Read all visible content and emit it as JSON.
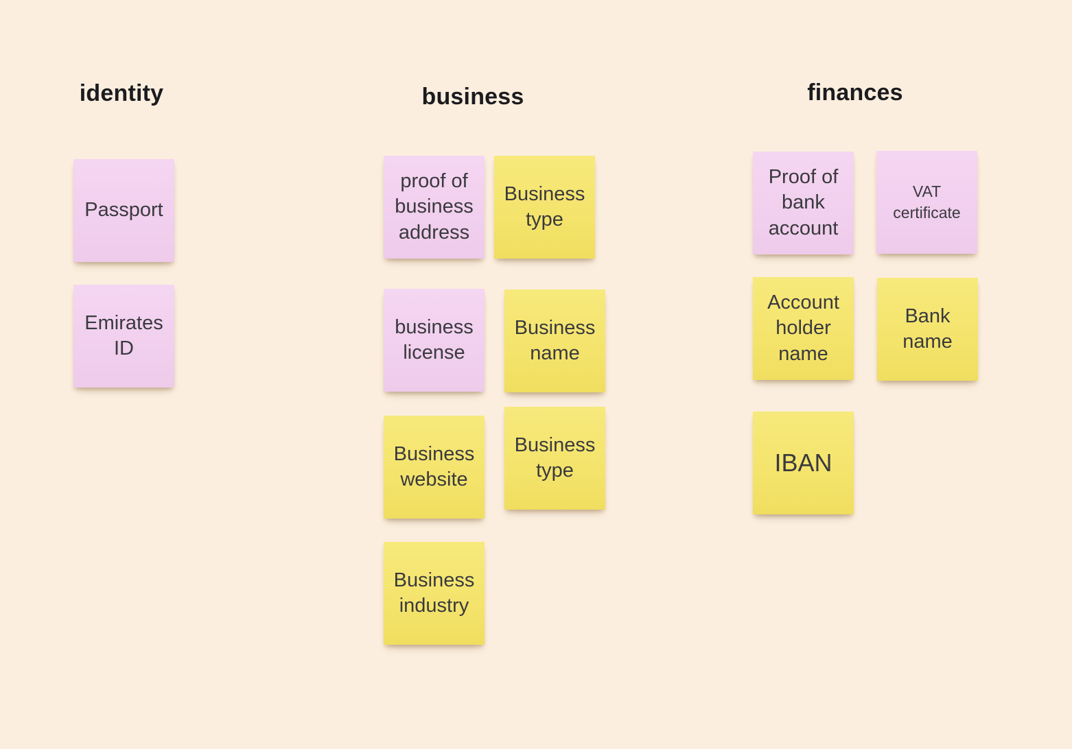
{
  "board": {
    "background_color": "#fbeede",
    "palette": {
      "note_pink": "#f1cfee",
      "note_yellow": "#f4e46c",
      "header_text": "#1b1b1f",
      "note_text": "#3a3a3e"
    },
    "columns": [
      {
        "title": "identity",
        "notes": [
          {
            "text": "Passport",
            "color": "pink"
          },
          {
            "text": "Emirates ID",
            "color": "pink"
          }
        ]
      },
      {
        "title": "business",
        "notes": [
          {
            "text": "proof of business address",
            "color": "pink"
          },
          {
            "text": "Business type",
            "color": "yellow"
          },
          {
            "text": "business license",
            "color": "pink"
          },
          {
            "text": "Business name",
            "color": "yellow"
          },
          {
            "text": "Business website",
            "color": "yellow"
          },
          {
            "text": "Business type",
            "color": "yellow"
          },
          {
            "text": "Business industry",
            "color": "yellow"
          }
        ]
      },
      {
        "title": "finances",
        "notes": [
          {
            "text": "Proof of bank account",
            "color": "pink"
          },
          {
            "text": "VAT certificate",
            "color": "pink"
          },
          {
            "text": "Account holder name",
            "color": "yellow"
          },
          {
            "text": "Bank name",
            "color": "yellow"
          },
          {
            "text": "IBAN",
            "color": "yellow"
          }
        ]
      }
    ]
  }
}
